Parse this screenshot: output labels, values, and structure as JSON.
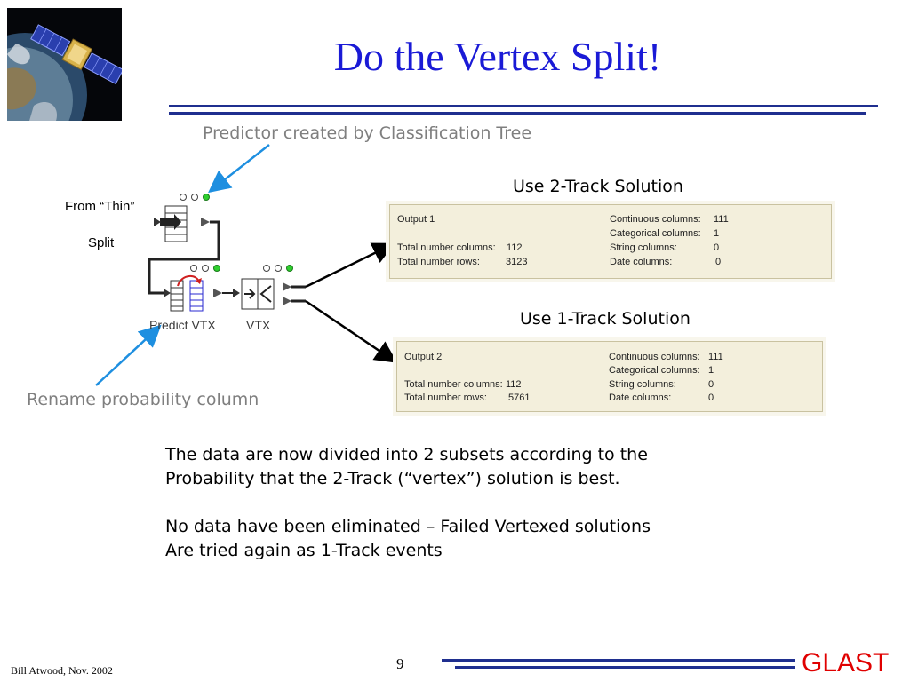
{
  "slide": {
    "title": "Do the Vertex Split!",
    "page_number": "9",
    "footer": "Bill Atwood,  Nov. 2002",
    "brand": "GLAST"
  },
  "annotations": {
    "predictor": "Predictor created by Classification Tree",
    "rename": "Rename probability column"
  },
  "flow": {
    "from_label_1": "From “Thin”",
    "from_label_2": "Split",
    "node_predict": "Predict VTX",
    "node_vtx": "VTX"
  },
  "outputs": [
    {
      "heading": "Use 2-Track Solution",
      "name": "Output 1",
      "total_columns_label": "Total number columns:",
      "total_columns": "112",
      "total_rows_label": "Total number rows:",
      "total_rows": "3123",
      "continuous_label": "Continuous columns:",
      "continuous": "111",
      "categorical_label": "Categorical columns:",
      "categorical": "1",
      "string_label": "String columns:",
      "string": "0",
      "date_label": "Date columns:",
      "date": "0"
    },
    {
      "heading": "Use 1-Track Solution",
      "name": "Output 2",
      "total_columns_label": "Total number columns:",
      "total_columns": "112",
      "total_rows_label": "Total number rows:",
      "total_rows": "5761",
      "continuous_label": "Continuous columns:",
      "continuous": "111",
      "categorical_label": "Categorical columns:",
      "categorical": "1",
      "string_label": "String columns:",
      "string": "0",
      "date_label": "Date columns:",
      "date": "0"
    }
  ],
  "body": {
    "p1_line1": "The data are now divided into 2 subsets according to the",
    "p1_line2": "Probability that the 2-Track (“vertex”) solution is best.",
    "p2_line1": "No data have been eliminated – Failed Vertexed solutions",
    "p2_line2": "Are tried again as 1-Track events"
  },
  "colors": {
    "title": "#1a1ad6",
    "rule": "#1f2f8f",
    "annotation_text": "#7f7f7f",
    "annotation_arrow": "#1e8fe0",
    "brand": "#e00000",
    "panel_bg": "#f3efdc"
  }
}
